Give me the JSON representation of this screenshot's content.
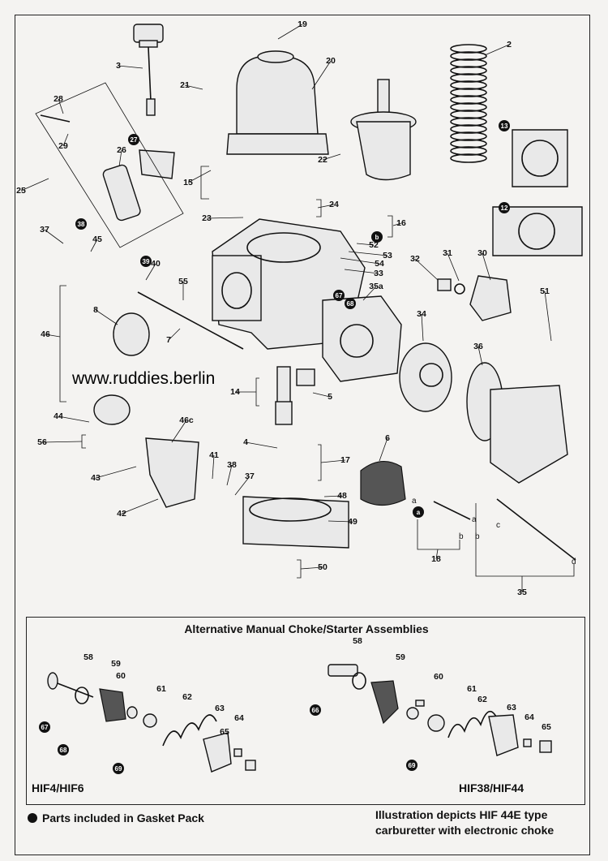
{
  "watermark": "www.ruddies.berlin",
  "alt_box": {
    "title": "Alternative Manual Choke/Starter Assemblies",
    "left_label": "HIF4/HIF6",
    "right_label": "HIF38/HIF44"
  },
  "legend": {
    "text": "Parts included in Gasket Pack"
  },
  "caption": {
    "line1": "Illustration depicts HIF 44E type",
    "line2": "carburetter with electronic choke"
  },
  "part_numbers": [
    "19",
    "3",
    "20",
    "2",
    "21",
    "28",
    "13",
    "22",
    "29",
    "26",
    "27",
    "15",
    "25",
    "23",
    "24",
    "16",
    "12",
    "38",
    "37",
    "45",
    "39",
    "40",
    "52",
    "53",
    "54",
    "33",
    "32",
    "31",
    "30",
    "55",
    "35a",
    "46",
    "8",
    "7",
    "34",
    "51",
    "36",
    "14",
    "5",
    "44",
    "56",
    "46c",
    "41",
    "38",
    "37",
    "4",
    "17",
    "6",
    "43",
    "42",
    "48",
    "49",
    "18",
    "50",
    "35"
  ],
  "sub_labels": [
    "a",
    "b",
    "a",
    "b",
    "c",
    "d"
  ],
  "gasket_pack_parts": [
    "13",
    "27",
    "12",
    "38",
    "39",
    "67",
    "68",
    "b",
    "a",
    "66",
    "69"
  ],
  "alt_left_parts": [
    "58",
    "59",
    "60",
    "61",
    "62",
    "63",
    "64",
    "65"
  ],
  "alt_right_parts": [
    "58",
    "59",
    "60",
    "61",
    "62",
    "63",
    "64",
    "65"
  ]
}
